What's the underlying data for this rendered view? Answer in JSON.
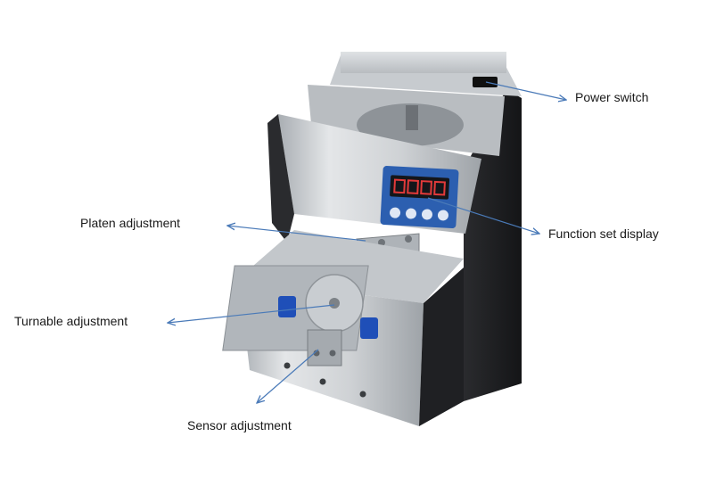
{
  "labels": {
    "power_switch": "Power switch",
    "platen_adjustment": "Platen adjustment",
    "function_set_display": "Function set display",
    "turnable_adjustment": "Turnable adjustment",
    "sensor_adjustment": "Sensor adjustment"
  },
  "colors": {
    "arrow": "#4a7ab8",
    "housing_silver": "#cfd3d6",
    "housing_black": "#1e1f22",
    "panel_blue": "#2c5fb0",
    "knob_blue": "#1f4fb8"
  }
}
